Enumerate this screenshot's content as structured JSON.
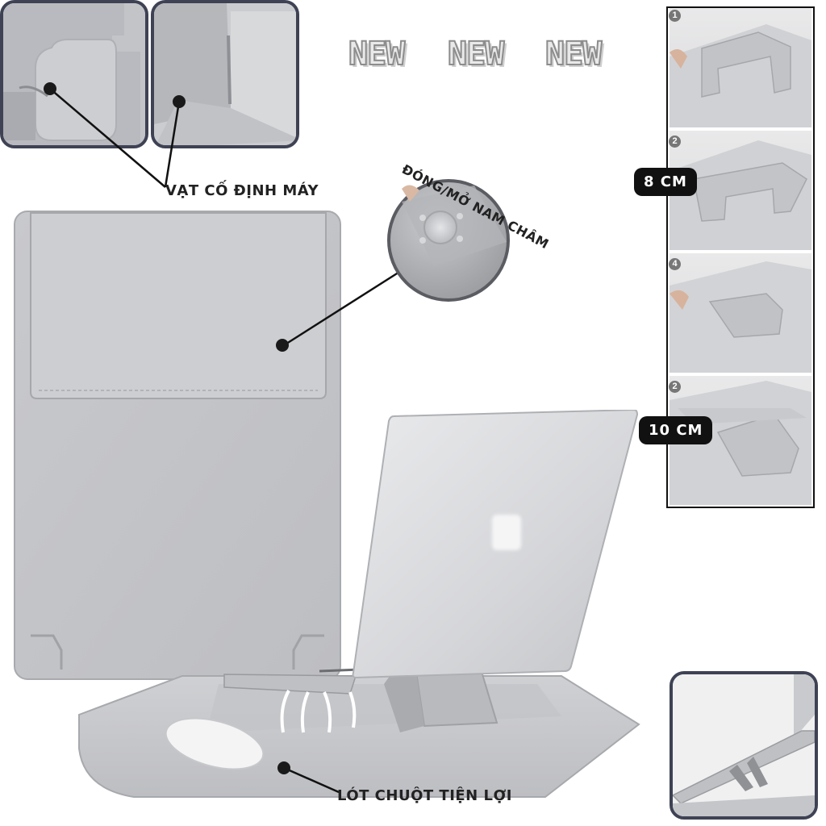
{
  "badges": {
    "new_1": "NEW",
    "new_2": "NEW",
    "new_3": "NEW"
  },
  "callouts": {
    "flap_label": "VẠT CỐ ĐỊNH MÁY",
    "magnet_label": "ĐÓNG/MỞ NAM CHÂM",
    "mousepad_label": "LÓT CHUỘT TIỆN LỢI"
  },
  "steps": [
    {
      "number": "1"
    },
    {
      "number": "2"
    },
    {
      "number": "4"
    },
    {
      "number": "2"
    }
  ],
  "heights": {
    "low": "8 CM",
    "high": "10 CM"
  },
  "colors": {
    "frame_border": "#3e4254",
    "product_gray": "#c9cacd",
    "label_text": "#222222",
    "badge_bg": "#111111"
  },
  "icons": {
    "callout_dot": "black-dot-icon",
    "airflow": "airflow-arrows-icon",
    "logo": "blurred-logo-icon"
  }
}
